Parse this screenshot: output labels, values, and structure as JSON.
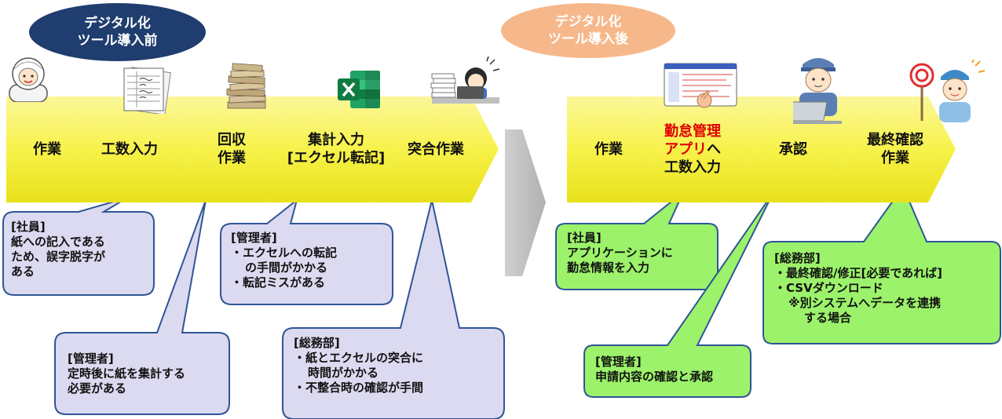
{
  "before": {
    "pill": [
      "デジタル化",
      "ツール導入前"
    ],
    "steps": [
      {
        "lines": [
          "作業"
        ]
      },
      {
        "lines": [
          "工数入力"
        ]
      },
      {
        "lines": [
          "回収",
          "作業"
        ]
      },
      {
        "lines": [
          "集計入力",
          "[エクセル転記]"
        ]
      },
      {
        "lines": [
          "突合作業"
        ]
      }
    ],
    "notes": [
      {
        "lines": [
          "[社員]",
          "紙への記入である",
          "ため、誤字脱字が",
          "ある"
        ]
      },
      {
        "lines": [
          "[管理者]",
          "定時後に紙を集計する",
          "必要がある"
        ]
      },
      {
        "lines": [
          "[管理者]",
          "・エクセルへの転記",
          "の手間がかかる",
          "・転記ミスがある"
        ]
      },
      {
        "lines": [
          "[総務部]",
          "・紙とエクセルの突合に",
          "時間がかかる",
          "・不整合時の確認が手間"
        ]
      }
    ]
  },
  "after": {
    "pill": [
      "デジタル化",
      "ツール導入後"
    ],
    "steps": [
      {
        "lines": [
          "作業"
        ]
      },
      {
        "highlight": "勤怠管理",
        "line2_highlight": "アプリ",
        "line2_rest": "へ",
        "line3": "工数入力"
      },
      {
        "lines": [
          "承認"
        ]
      },
      {
        "lines": [
          "最終確認",
          "作業"
        ]
      }
    ],
    "notes": [
      {
        "lines": [
          "[社員]",
          "アプリケーションに",
          "勤怠情報を入力"
        ]
      },
      {
        "lines": [
          "[管理者]",
          "申請内容の確認と承認"
        ]
      },
      {
        "lines": [
          "[総務部]",
          "・最終確認/修正[必要であれば]",
          "・CSVダウンロード",
          "※別システムへデータを連携",
          "する場合"
        ]
      }
    ]
  },
  "icons": {
    "worker": "worker-in-white-uniform-icon",
    "paper": "handwritten-timesheet-icon",
    "paper_stack": "paper-stack-icon",
    "excel": "excel-icon",
    "busy_person": "busy-office-worker-icon",
    "app": "attendance-app-screen-icon",
    "approver": "approver-at-laptop-icon",
    "checker": "final-checker-with-sign-icon"
  },
  "colors": {
    "arrow_fill": "#f7f24a",
    "before_pill": "#1f3d6e",
    "after_pill": "#f6b88a",
    "before_note_fill": "#dcdaf0",
    "before_note_stroke": "#2f5597",
    "after_note_fill": "#9cf26a",
    "after_note_stroke": "#2f5597",
    "transition_arrow": "#bdbdbd",
    "highlight_text": "#e00000"
  }
}
